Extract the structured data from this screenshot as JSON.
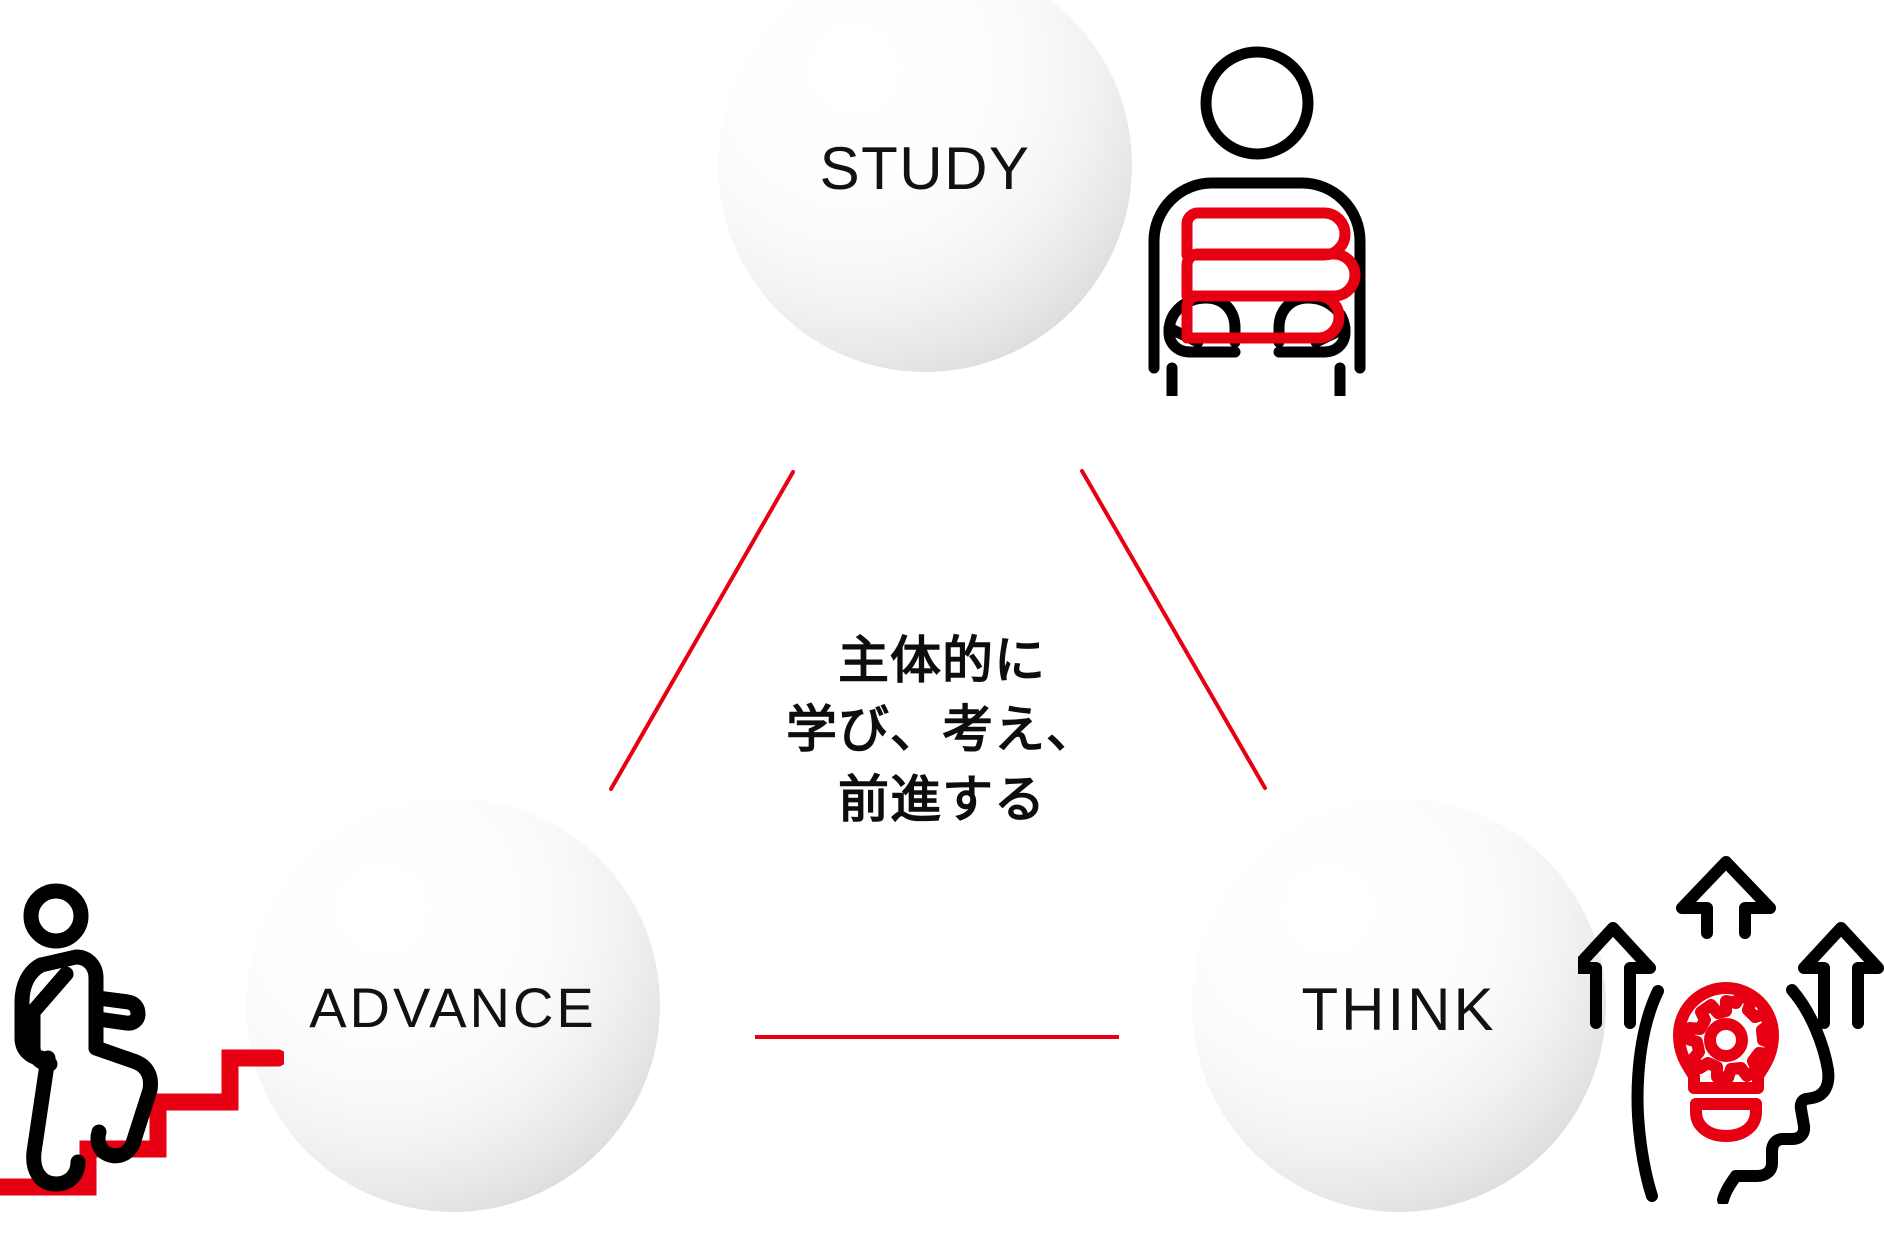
{
  "diagram": {
    "type": "triangle-concept-diagram",
    "background_color": "#ffffff",
    "accent_color": "#e60012",
    "text_color": "#111111",
    "nodes": [
      {
        "id": "study",
        "label": "STUDY",
        "icon": "person-holding-books-icon",
        "icon_position": "right",
        "position": "top"
      },
      {
        "id": "advance",
        "label": "ADVANCE",
        "icon": "person-climbing-stairs-icon",
        "icon_position": "left",
        "position": "bottom-left"
      },
      {
        "id": "think",
        "label": "THINK",
        "icon": "head-lightbulb-gear-arrows-icon",
        "icon_position": "right",
        "position": "bottom-right"
      }
    ],
    "connectors": [
      {
        "from": "study",
        "to": "advance",
        "style": "diagonal-line",
        "color": "#e60012"
      },
      {
        "from": "study",
        "to": "think",
        "style": "diagonal-line",
        "color": "#e60012"
      },
      {
        "from": "advance",
        "to": "think",
        "style": "horizontal-line",
        "color": "#e60012"
      }
    ],
    "caption": {
      "lines": [
        "主体的に",
        "学び、考え、",
        "前進する"
      ]
    }
  }
}
